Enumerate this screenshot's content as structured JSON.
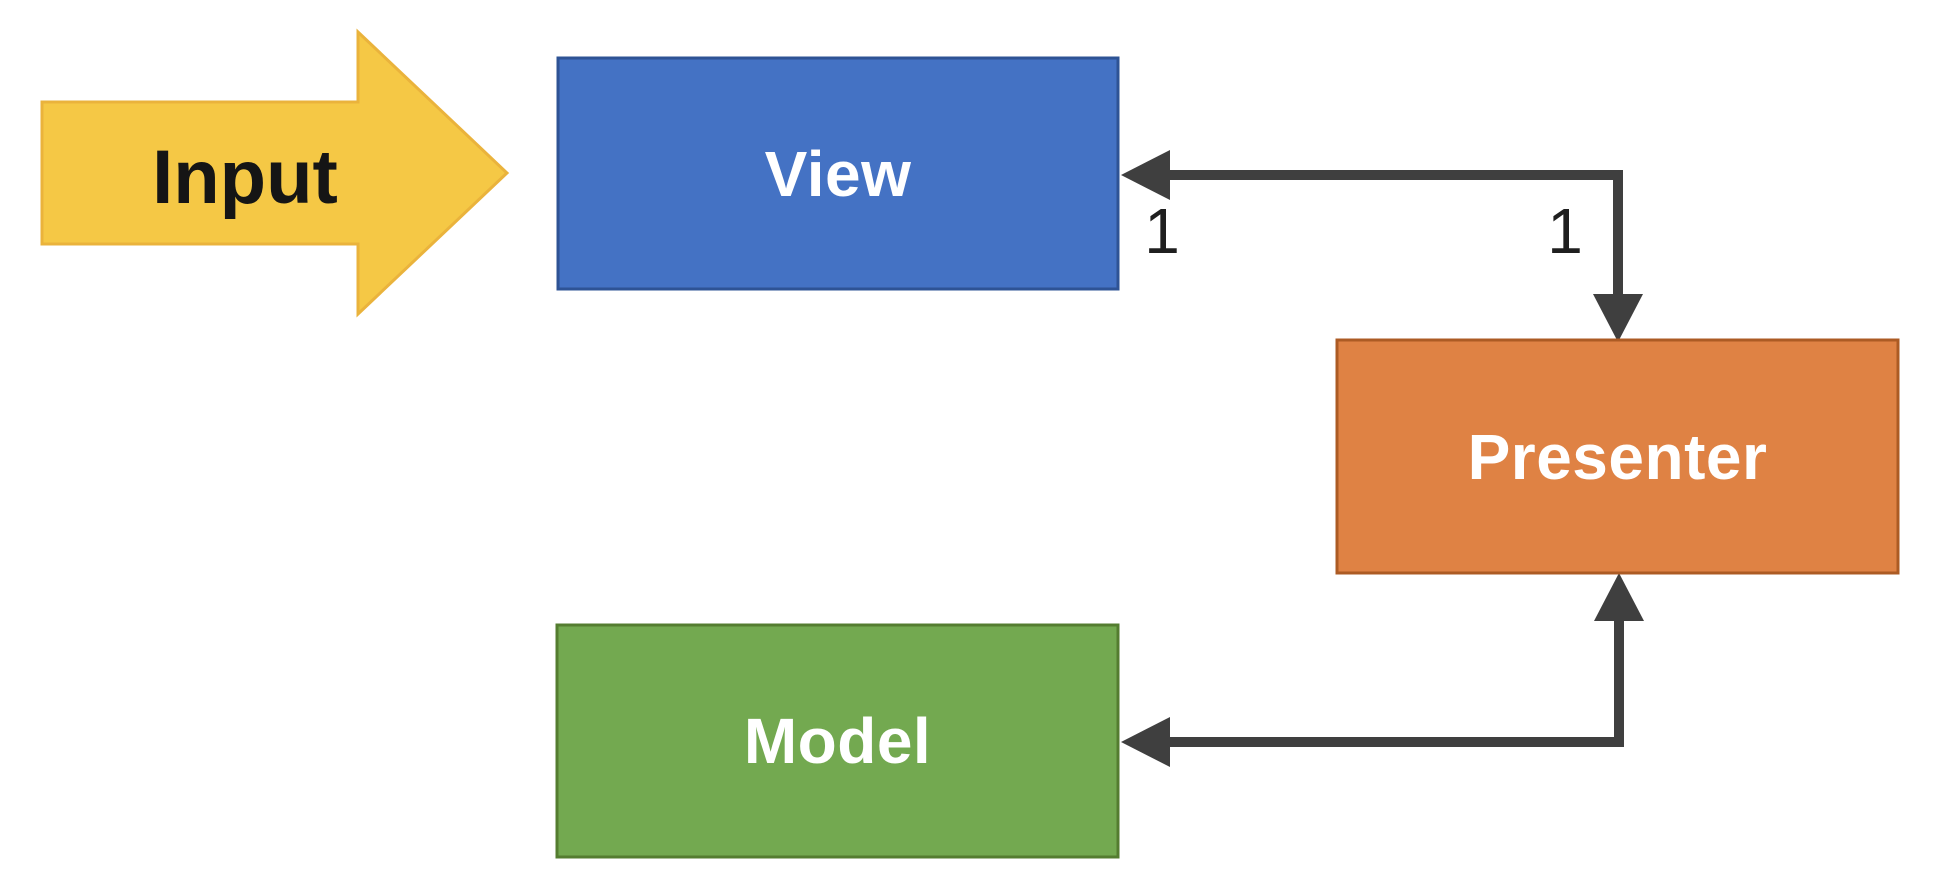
{
  "diagram": {
    "background_color": "#FFFFFF",
    "connector_color": "#3F3F3F",
    "input_arrow": {
      "label": "Input",
      "fill": "#F5C845",
      "border": "#EAB33C",
      "text_color": "#151515"
    },
    "nodes": {
      "view": {
        "label": "View",
        "fill": "#4472C4",
        "border": "#2E5395",
        "text_color": "#FFFFFF"
      },
      "presenter": {
        "label": "Presenter",
        "fill": "#DF8244",
        "border": "#AC5B24",
        "text_color": "#FFFFFF"
      },
      "model": {
        "label": "Model",
        "fill": "#73A950",
        "border": "#547D30",
        "text_color": "#FFFFFF"
      }
    },
    "connectors": {
      "view_presenter": {
        "between": "View and Presenter",
        "double_headed": true,
        "multiplicity_at_view": "1",
        "multiplicity_at_presenter": "1"
      },
      "presenter_model": {
        "between": "Presenter and Model",
        "double_headed": true
      }
    }
  }
}
